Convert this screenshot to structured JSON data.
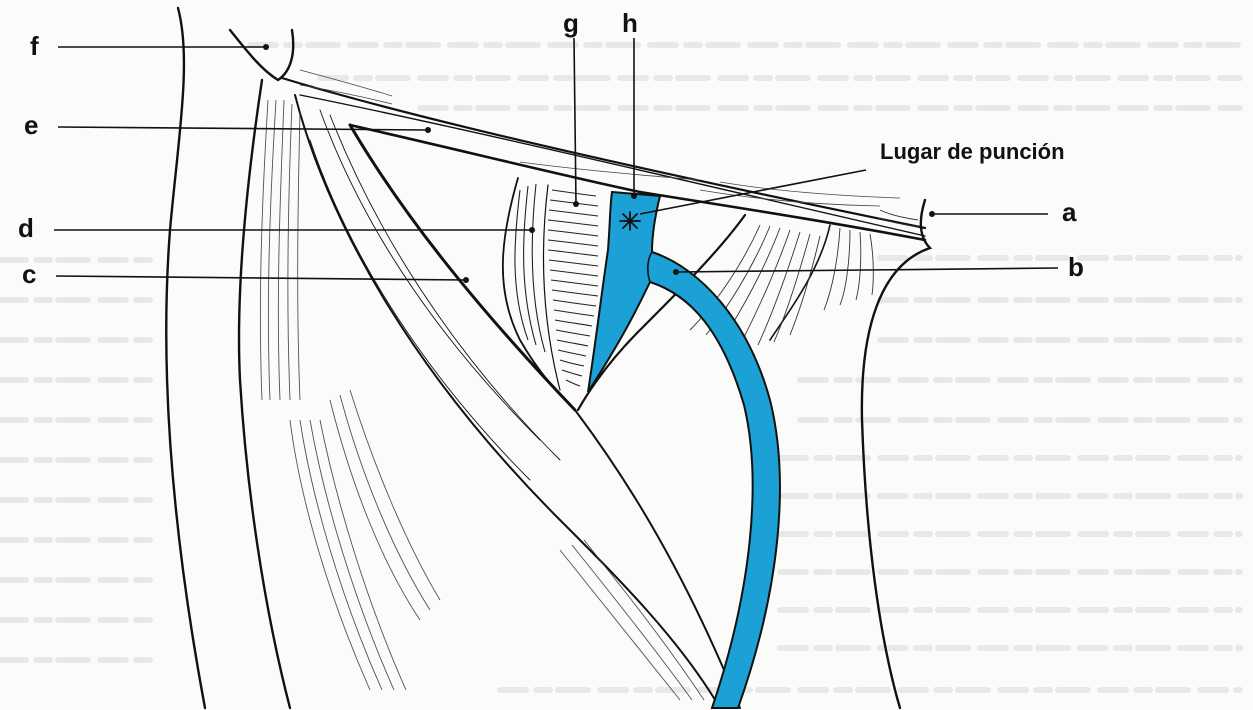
{
  "figure": {
    "colors": {
      "background": "#fbfbfa",
      "ink": "#111111",
      "vessel": "#1ba1d6",
      "bleed_through_text": "#c9c9c9"
    },
    "labels": {
      "a": "a",
      "b": "b",
      "c": "c",
      "d": "d",
      "e": "e",
      "f": "f",
      "g": "g",
      "h": "h",
      "puncture_site": "Lugar de punción"
    },
    "marker": {
      "puncture_symbol": "asterisk-icon"
    }
  }
}
